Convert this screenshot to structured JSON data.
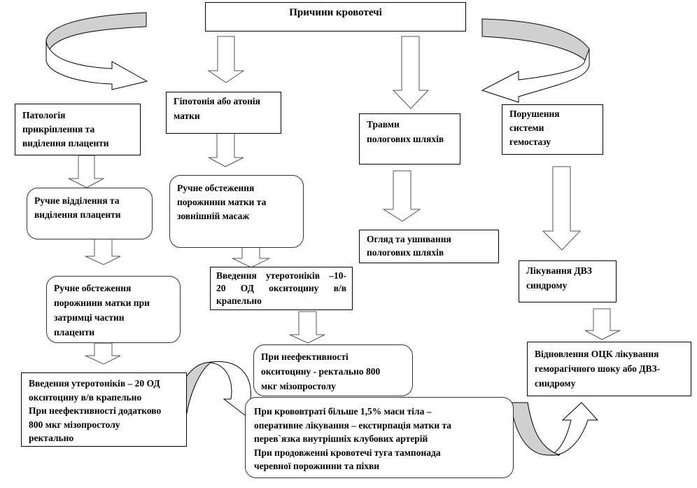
{
  "diagram": {
    "title": "Причини кровотечі",
    "causes": [
      {
        "id": "placenta",
        "lines": [
          "Патологія",
          "прикріплення та",
          "виділення плаценти"
        ]
      },
      {
        "id": "hypotonia",
        "lines": [
          "Гіпотонія  або атонія",
          "матки"
        ]
      },
      {
        "id": "trauma",
        "lines": [
          "Травми",
          "пологових шляхів"
        ]
      },
      {
        "id": "hemostasis",
        "lines": [
          "Порушення",
          "системи",
          "гемостазу"
        ]
      }
    ],
    "steps": {
      "placenta_1": {
        "lines": [
          "Ручне відділення  та",
          "виділення плаценти"
        ]
      },
      "placenta_2": {
        "lines": [
          "Ручне обстеження",
          "порожнини матки при",
          "затримці частин",
          "плаценти"
        ]
      },
      "placenta_3": {
        "lines": [
          "Введення утеротоніків  – 20 ОД",
          "окситоцину в/в крапельно",
          "При неефективності додатково",
          "800 мкг мізопростолу",
          "ректально"
        ]
      },
      "hypotonia_1": {
        "lines": [
          "Ручне обстеження",
          "порожнини матки та",
          "зовнішній  масаж"
        ]
      },
      "hypotonia_2": {
        "lines": [
          "Введення  утеротоніків  –10-",
          "20   ОД   окситоцину   в/в",
          "крапельно"
        ]
      },
      "hypotonia_3": {
        "lines": [
          "При неефективності",
          "окситоцину  - ректально 800",
          "мкг мізопростолу"
        ]
      },
      "surgery": {
        "lines": [
          "При крововтраті більше  1,5% маси тіла –",
          "оперативне лікування  – екстирпація  матки та",
          "перев`язка внутрішніх  клубових  артерій",
          "При продовженні кровотечі туга  тампонада",
          "черевної порожнини та піхви"
        ]
      },
      "trauma_1": {
        "lines": [
          "Огляд та ушивання",
          "пологових шляхів"
        ]
      },
      "hemostasis_1": {
        "lines": [
          "Лікування  ДВЗ",
          "синдрому"
        ]
      },
      "hemostasis_2": {
        "lines": [
          "Відновлення ОЦК лікування",
          "геморагічного  шоку або ДВЗ-",
          "синдрому"
        ]
      }
    },
    "colors": {
      "arrow_fill": "#ffffff",
      "arrow_shade": "#d0d0d0",
      "stroke": "#000000",
      "box_border": "#000000"
    }
  }
}
